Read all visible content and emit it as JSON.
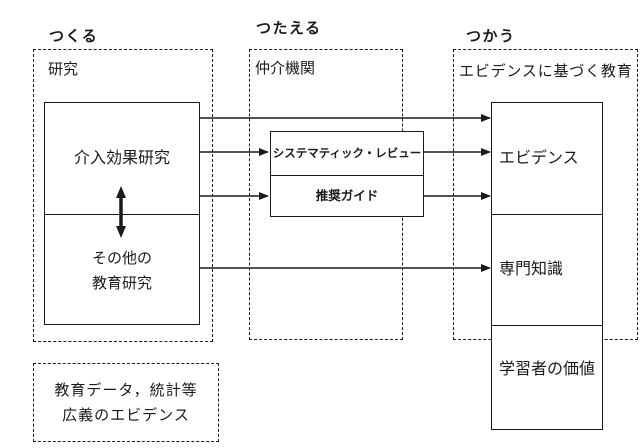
{
  "headers": {
    "create": "つくる",
    "convey": "つたえる",
    "use": "つかう"
  },
  "research": {
    "label": "研究",
    "intervention": "介入効果研究",
    "other_line1": "その他の",
    "other_line2": "教育研究"
  },
  "intermediary": {
    "label": "仲介機関",
    "systematic_review": "システマティック・レビュー",
    "guide": "推奨ガイド"
  },
  "usage": {
    "label": "エビデンスに基づく教育",
    "evidence": "エビデンス",
    "expertise": "専門知識",
    "learner_value": "学習者の価値"
  },
  "broad_evidence": {
    "line1": "教育データ，統計等",
    "line2": "広義のエビデンス"
  },
  "colors": {
    "line": "#1a1a1a",
    "background": "#ffffff"
  }
}
